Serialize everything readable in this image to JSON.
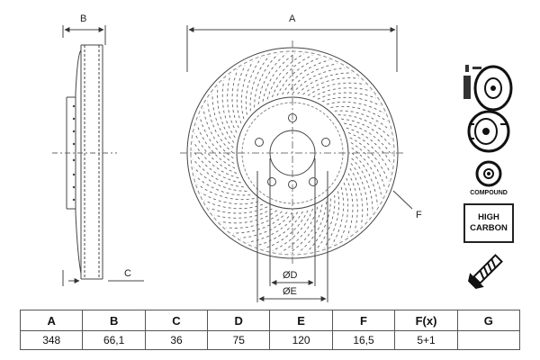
{
  "drawing": {
    "labels": {
      "a": "A",
      "b": "B",
      "c": "C",
      "d": "ØD",
      "e": "ØE",
      "f": "F"
    }
  },
  "badges": {
    "compound": "COMPOUND",
    "high": "HIGH",
    "carbon": "CARBON"
  },
  "spec_table": {
    "headers": [
      "A",
      "B",
      "C",
      "D",
      "E",
      "F",
      "F(x)",
      "G"
    ],
    "values": [
      "348",
      "66,1",
      "36",
      "75",
      "120",
      "16,5",
      "5+1",
      ""
    ]
  },
  "icons": [
    "rotor-with-hub-icon",
    "coated-rotor-icon",
    "compound-rotor-icon",
    "screw-icon"
  ]
}
